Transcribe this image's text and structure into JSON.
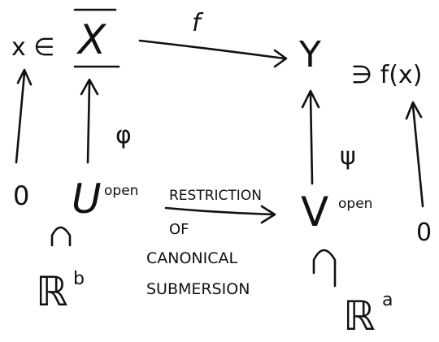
{
  "diagram": {
    "ink_color": "#111111",
    "background": "#ffffff",
    "top_row": {
      "x_in": "x ∈",
      "X": "X",
      "f": "f",
      "Y": "Y",
      "contains_fx": "∋ f(x)"
    },
    "middle_row": {
      "phi": "φ",
      "psi": "ψ"
    },
    "bottom_row": {
      "zero_left": "0",
      "U": "U",
      "open_U": "open",
      "restriction": "RESTRICTION",
      "of": "OF",
      "canonical": "CANONICAL",
      "submersion": "SUBMERSION",
      "V": "V",
      "open_V": "open",
      "zero_right": "0"
    },
    "subsets": {
      "R_b": "ℝ",
      "b": "b",
      "R_a": "ℝ",
      "a": "a"
    }
  }
}
